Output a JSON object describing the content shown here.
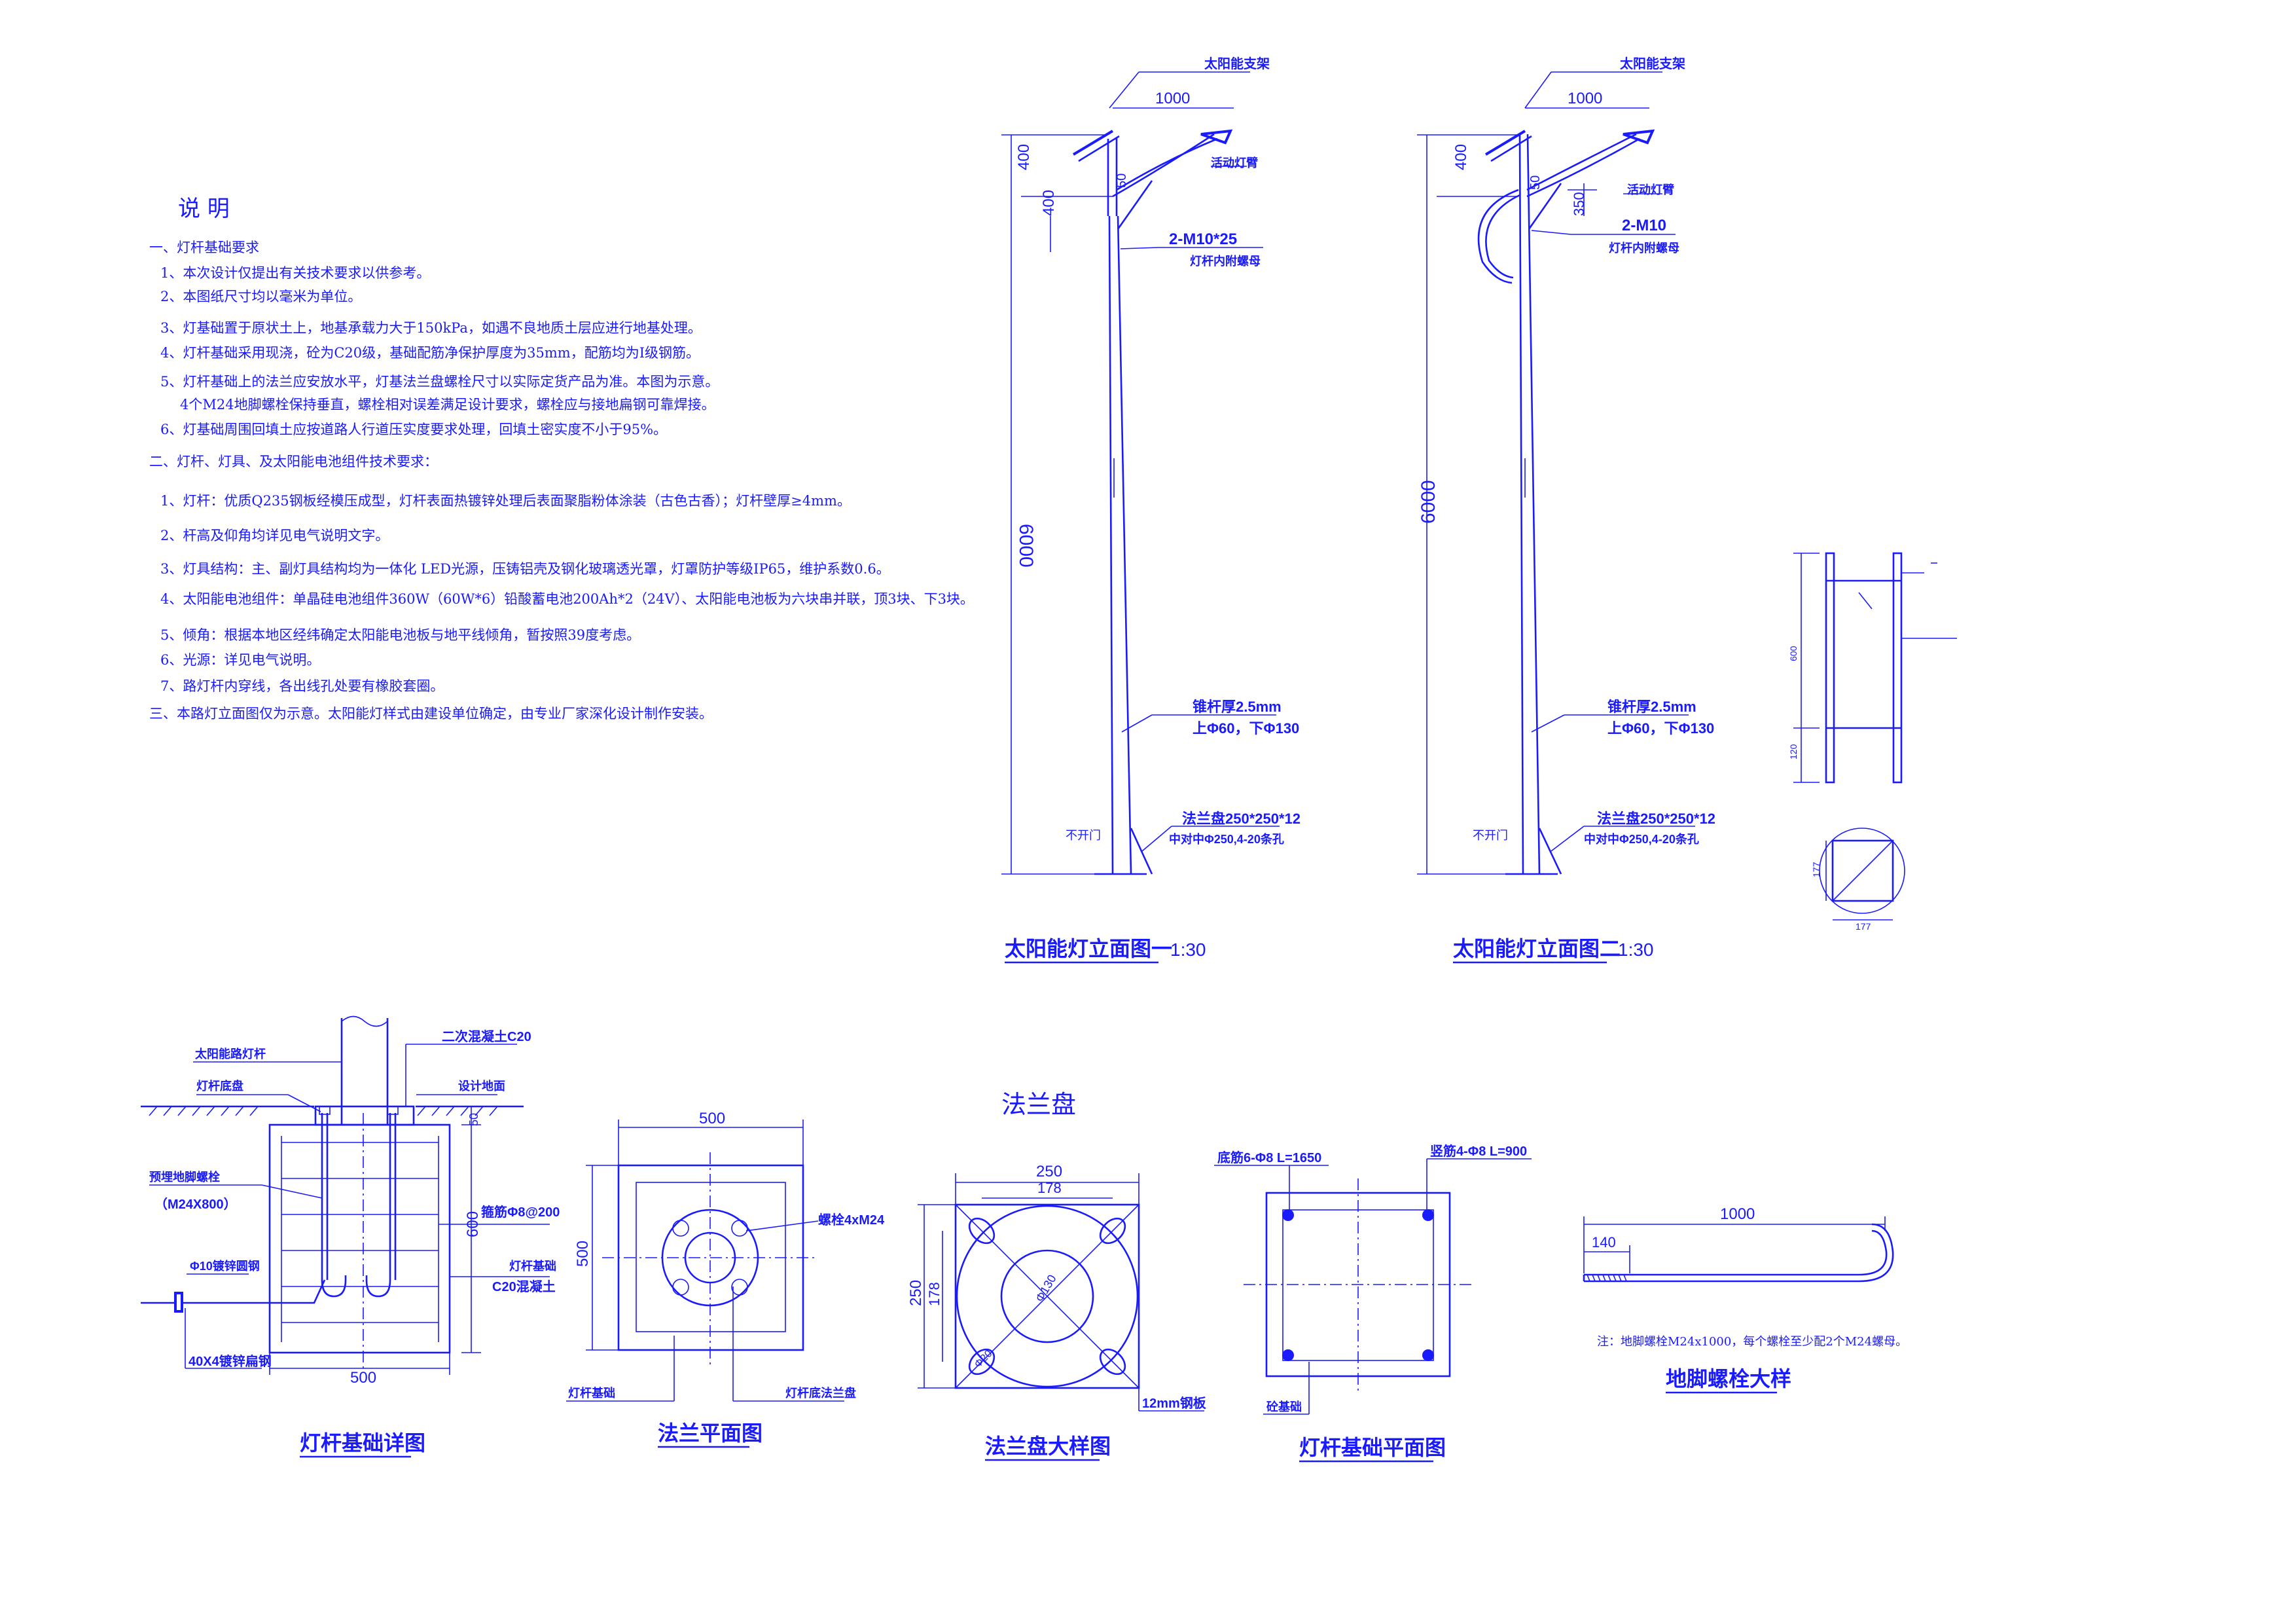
{
  "notes": {
    "heading": "说  明",
    "lines": [
      "一、灯杆基础要求",
      "1、本次设计仅提出有关技术要求以供参考。",
      "2、本图纸尺寸均以毫米为单位。",
      "3、灯基础置于原状土上，地基承载力大于150kPa，如遇不良地质土层应进行地基处理。",
      "4、灯杆基础采用现浇，砼为C20级，基础配筋净保护厚度为35mm，配筋均为Ⅰ级钢筋。",
      "5、灯杆基础上的法兰应安放水平，灯基法兰盘螺栓尺寸以实际定货产品为准。本图为示意。",
      "4个M24地脚螺栓保持垂直，螺栓相对误差满足设计要求，螺栓应与接地扁钢可靠焊接。",
      "6、灯基础周围回填土应按道路人行道压实度要求处理，回填土密实度不小于95%。",
      "二、灯杆、灯具、及太阳能电池组件技术要求：",
      "1、灯杆：优质Q235钢板经模压成型，灯杆表面热镀锌处理后表面聚脂粉体涂装（古色古香）；灯杆壁厚≥4mm。",
      "2、杆高及仰角均详见电气说明文字。",
      "3、灯具结构：主、副灯具结构均为一体化 LED光源，压铸铝壳及钢化玻璃透光罩，灯罩防护等级IP65，维护系数0.6。",
      "4、太阳能电池组件：单晶硅电池组件360W（60W*6）铅酸蓄电池200Ah*2（24V）、太阳能电池板为六块串并联，顶3块、下3块。",
      "5、倾角：根据本地区经纬确定太阳能电池板与地平线倾角，暂按照39度考虑。",
      "6、光源：详见电气说明。",
      "7、路灯杆内穿线，各出线孔处要有橡胶套圈。",
      "三、本路灯立面图仅为示意。太阳能灯样式由建设单位确定，由专业厂家深化设计制作安装。"
    ]
  },
  "elev1": {
    "title": "太阳能灯立面图一",
    "scale": "1:30",
    "panel_label": "太阳能支架",
    "dim_arm": "1000",
    "dim_top": "400",
    "dim_mid": "400",
    "dim_small": "50",
    "lamp_label": "活动灯臂",
    "bolt_label": "2-M10*25",
    "bolt_sub": "灯杆内附螺母",
    "height": "6000",
    "wall_label": "锥杆厚2.5mm",
    "wall_sub": "上Φ60，下Φ130",
    "door_label": "不开门",
    "flange_label": "法兰盘250*250*12",
    "flange_sub": "中对中Φ250,4-20条孔"
  },
  "elev2": {
    "title": "太阳能灯立面图二",
    "scale": "1:30",
    "panel_label": "太阳能支架",
    "dim_arm": "1000",
    "dim_top": "400",
    "dim_small": "50",
    "dim_350": "350",
    "lamp_label": "活动灯臂",
    "bolt_label": "2-M10",
    "bolt_sub": "灯杆内附螺母",
    "height": "6000",
    "wall_label": "锥杆厚2.5mm",
    "wall_sub": "上Φ60，下Φ130",
    "door_label": "不开门",
    "flange_label": "法兰盘250*250*12",
    "flange_sub": "中对中Φ250,4-20条孔"
  },
  "cage": {
    "dim_h": "600",
    "dim_b": "120",
    "dim_w": "177",
    "dim_w2": "177"
  },
  "foundation": {
    "title": "灯杆基础详图",
    "pole_label": "太阳能路灯杆",
    "base_label": "灯杆底盘",
    "concrete2": "二次混凝土C20",
    "ground": "设计地面",
    "bolt_label": "预埋地脚螺栓",
    "bolt_sub": "（M24X800）",
    "ground_bar": "Φ10镀锌圆钢",
    "stirrup": "箍筋Φ8@200",
    "dim_h": "600",
    "dim_top": "50",
    "found_label": "灯杆基础",
    "found_sub": "C20混凝土",
    "flat_steel": "40X4镀锌扁钢",
    "dim_w": "500"
  },
  "flange_heading": "法兰盘",
  "flange_plan": {
    "title": "法兰平面图",
    "dim_w": "500",
    "dim_h": "500",
    "bolt_label": "螺栓4xM24",
    "found_label": "灯杆基础",
    "flange_label": "灯杆底法兰盘"
  },
  "flange_detail": {
    "title": "法兰盘大样图",
    "dim_250": "250",
    "dim_178": "178",
    "dim_v250": "250",
    "dim_v178": "178",
    "dim_dia": "Φ130",
    "dim_hole": "Φ20",
    "plate": "12mm钢板"
  },
  "found_plan": {
    "title": "灯杆基础平面图",
    "rebar1": "底筋6-Φ8 L=1650",
    "rebar2": "竖筋4-Φ8 L=900",
    "found_label": "砼基础"
  },
  "anchor": {
    "title": "地脚螺栓大样",
    "dim_total": "1000",
    "dim_thread": "140",
    "note": "注：地脚螺栓M24x1000，每个螺栓至少配2个M24螺母。"
  },
  "colors": {
    "line": "#1a1aff",
    "background": "#ffffff"
  }
}
